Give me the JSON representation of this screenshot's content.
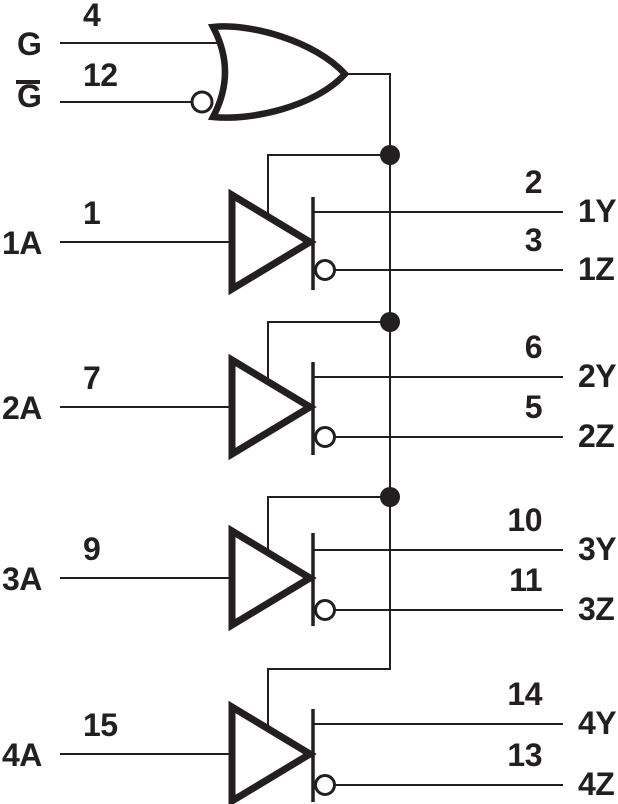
{
  "colors": {
    "background": "#ffffff",
    "ink": "#231f20"
  },
  "diagram_type": "logic-diagram",
  "enable_gate": {
    "type": "or",
    "top_input": {
      "label": "G",
      "pin": "4",
      "inverting_bubble": false
    },
    "bottom_input": {
      "label": "G",
      "overline": true,
      "pin": "12",
      "inverting_bubble": true
    }
  },
  "drivers": [
    {
      "input_label": "1A",
      "input_pin": "1",
      "y_pin": "2",
      "y_label": "1Y",
      "z_pin": "3",
      "z_label": "1Z"
    },
    {
      "input_label": "2A",
      "input_pin": "7",
      "y_pin": "6",
      "y_label": "2Y",
      "z_pin": "5",
      "z_label": "2Z"
    },
    {
      "input_label": "3A",
      "input_pin": "9",
      "y_pin": "10",
      "y_label": "3Y",
      "z_pin": "11",
      "z_label": "3Z"
    },
    {
      "input_label": "4A",
      "input_pin": "15",
      "y_pin": "14",
      "y_label": "4Y",
      "z_pin": "13",
      "z_label": "4Z"
    }
  ]
}
